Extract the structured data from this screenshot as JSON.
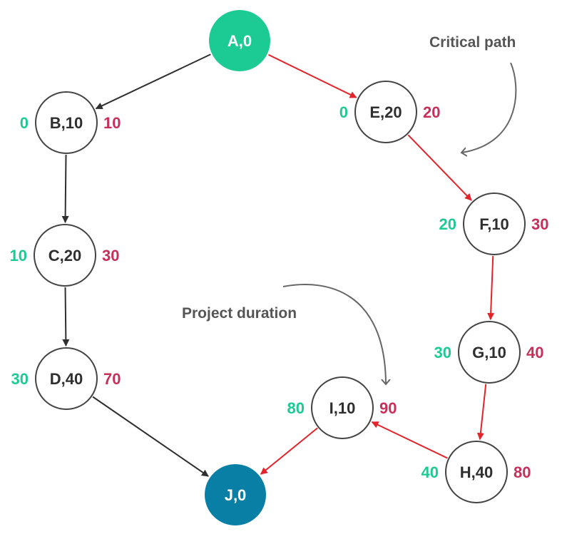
{
  "colors": {
    "start_node": "#1ccb94",
    "end_node": "#0a7fa6",
    "node_stroke": "#444444",
    "early_text": "#1ccb94",
    "late_text": "#c8305a",
    "critical_edge": "#e3242b",
    "normal_edge": "#2f2f2f",
    "annotation_text": "#555555",
    "annotation_curve": "#666666"
  },
  "annotations": {
    "critical_path": "Critical path",
    "project_duration": "Project duration"
  },
  "nodes": [
    {
      "id": "A",
      "label": "A,0",
      "kind": "start",
      "early": "",
      "late": ""
    },
    {
      "id": "B",
      "label": "B,10",
      "kind": "normal",
      "early": "0",
      "late": "10"
    },
    {
      "id": "C",
      "label": "C,20",
      "kind": "normal",
      "early": "10",
      "late": "30"
    },
    {
      "id": "D",
      "label": "D,40",
      "kind": "normal",
      "early": "30",
      "late": "70"
    },
    {
      "id": "E",
      "label": "E,20",
      "kind": "normal",
      "early": "0",
      "late": "20"
    },
    {
      "id": "F",
      "label": "F,10",
      "kind": "normal",
      "early": "20",
      "late": "30"
    },
    {
      "id": "G",
      "label": "G,10",
      "kind": "normal",
      "early": "30",
      "late": "40"
    },
    {
      "id": "H",
      "label": "H,40",
      "kind": "normal",
      "early": "40",
      "late": "80"
    },
    {
      "id": "I",
      "label": "I,10",
      "kind": "normal",
      "early": "80",
      "late": "90"
    },
    {
      "id": "J",
      "label": "J,0",
      "kind": "end",
      "early": "",
      "late": ""
    }
  ],
  "edges": [
    {
      "from": "A",
      "to": "B",
      "critical": false
    },
    {
      "from": "B",
      "to": "C",
      "critical": false
    },
    {
      "from": "C",
      "to": "D",
      "critical": false
    },
    {
      "from": "D",
      "to": "J",
      "critical": false
    },
    {
      "from": "A",
      "to": "E",
      "critical": true
    },
    {
      "from": "E",
      "to": "F",
      "critical": true
    },
    {
      "from": "F",
      "to": "G",
      "critical": true
    },
    {
      "from": "G",
      "to": "H",
      "critical": true
    },
    {
      "from": "H",
      "to": "I",
      "critical": true
    },
    {
      "from": "I",
      "to": "J",
      "critical": true
    }
  ]
}
